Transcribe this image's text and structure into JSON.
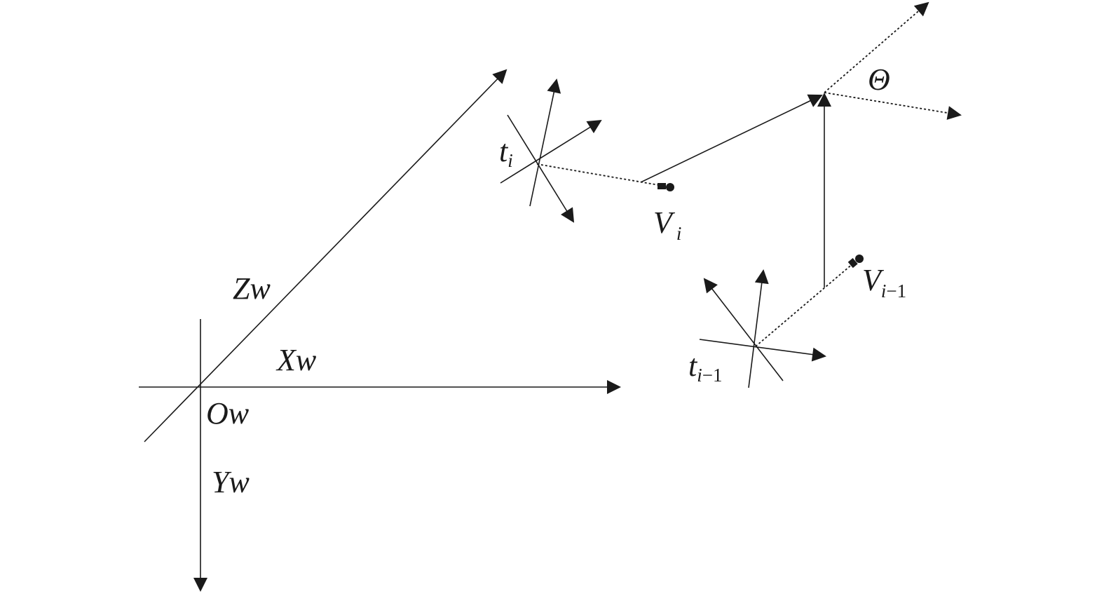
{
  "labels": {
    "origin": "Ow",
    "x_axis": "Xw",
    "y_axis": "Yw",
    "z_axis": "Zw",
    "theta": "Θ",
    "camera_i": {
      "base": "t",
      "sub": "i"
    },
    "camera_i_minus_1": {
      "base": "t",
      "sub_italic": "i",
      "sub_rest": "−1"
    },
    "point_i": {
      "base": "V",
      "sub": "i"
    },
    "point_i_minus_1": {
      "base": "V",
      "sub_italic": "i",
      "sub_rest": "−1"
    }
  },
  "colors": {
    "ink": "#1a1a1a",
    "background": "#ffffff"
  }
}
